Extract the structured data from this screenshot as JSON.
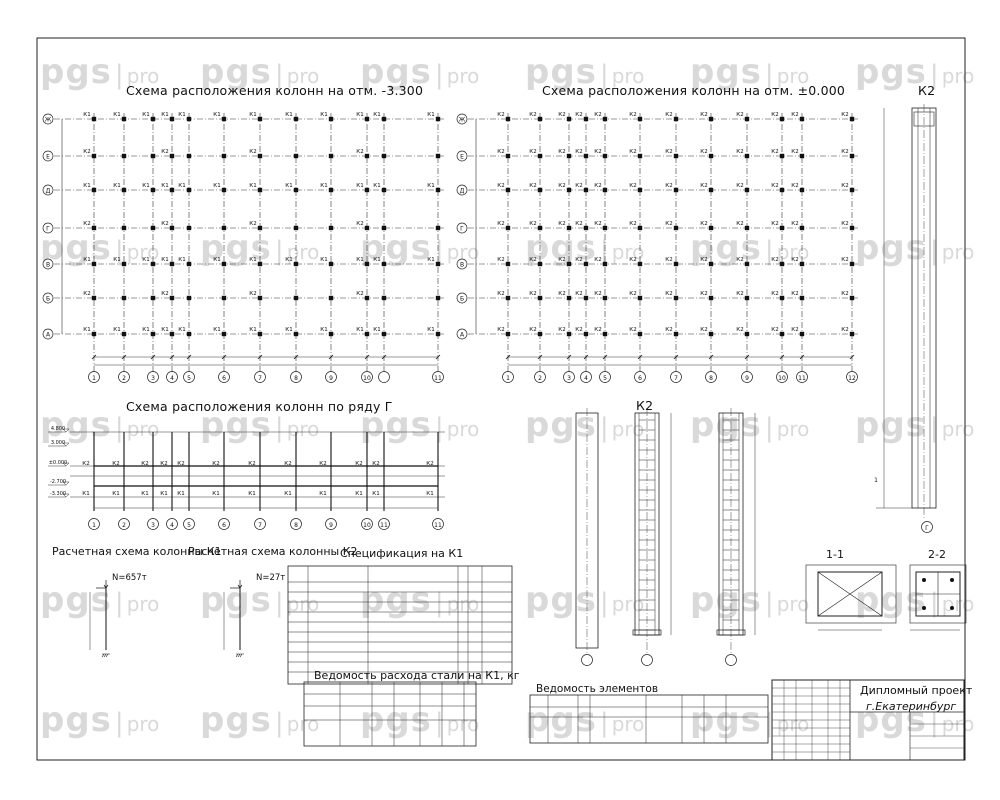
{
  "titles": {
    "plan1": "Схема расположения колонн на отм. -3.300",
    "plan2": "Схема расположения колонн на отм. ±0.000",
    "k2_right": "К2",
    "row_g": "Схема расположения колонн по ряду Г",
    "k2_center": "К2",
    "calc_k1": "Расчетная схема колонны К1",
    "calc_k2": "Расчетная схема колонны К2",
    "spec": "Спецификация на К1",
    "steel": "Ведомость расхода стали на К1, кг",
    "elements": "Ведомость элементов",
    "section11": "1-1",
    "section22": "2-2"
  },
  "watermark": {
    "brand": "pgs",
    "sub": "pro"
  },
  "row_letters": [
    "Ж",
    "Е",
    "Д",
    "Г",
    "В",
    "Б",
    "А"
  ],
  "plan1_cols": [
    "1",
    "2",
    "3",
    "4",
    "5",
    "6",
    "7",
    "8",
    "9",
    "10",
    "11"
  ],
  "plan2_cols": [
    "1",
    "2",
    "3",
    "4",
    "5",
    "6",
    "7",
    "8",
    "9",
    "10",
    "11",
    "12"
  ],
  "row_g_cols": [
    "1",
    "2",
    "3",
    "4",
    "5",
    "6",
    "7",
    "8",
    "9",
    "10",
    "11"
  ],
  "column_mark_k1": "К1",
  "column_mark_k2": "К2",
  "loads": {
    "k1": "N=657т",
    "k2": "N=27т"
  },
  "row_g_levels": [
    "4.800",
    "3.000",
    "±0.000",
    "-2.700",
    "-3.300"
  ],
  "title_block": {
    "project": "Дипломный проект",
    "city": "г.Екатеринбург"
  }
}
